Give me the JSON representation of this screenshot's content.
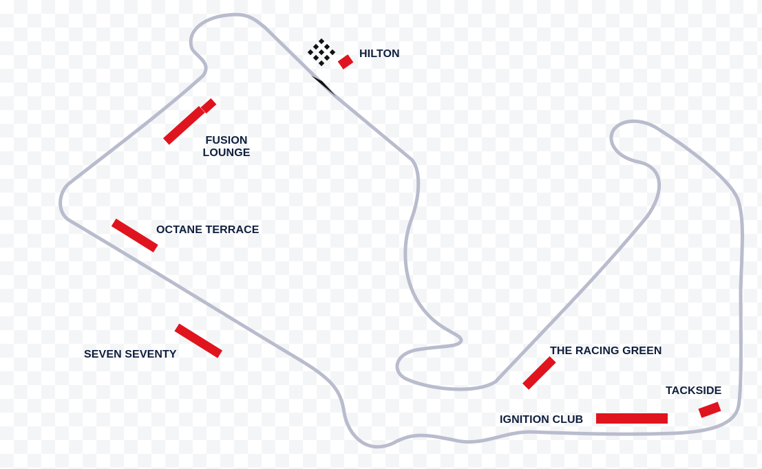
{
  "colors": {
    "track": "#b9bccd",
    "venue": "#e0141e",
    "label": "#0f1e3c",
    "flag": "#111111"
  },
  "icons": {
    "finish": "checkered-flag-icon",
    "start": "start-direction-arrow-icon"
  },
  "venues": [
    {
      "id": "hilton",
      "label": "HILTON"
    },
    {
      "id": "fusion-lounge",
      "label_line1": "FUSION",
      "label_line2": "LOUNGE"
    },
    {
      "id": "octane-terrace",
      "label": "OCTANE TERRACE"
    },
    {
      "id": "seven-seventy",
      "label": "SEVEN SEVENTY"
    },
    {
      "id": "the-racing-green",
      "label": "THE RACING GREEN"
    },
    {
      "id": "tackside",
      "label": "TACKSIDE"
    },
    {
      "id": "ignition-club",
      "label": "IGNITION CLUB"
    }
  ]
}
